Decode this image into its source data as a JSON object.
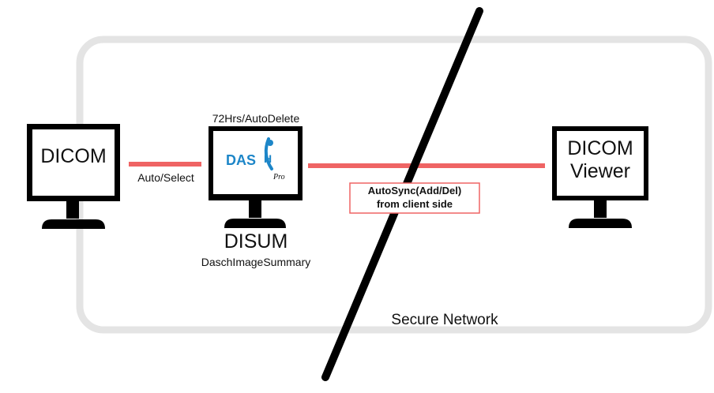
{
  "source": {
    "screen_text": "DICOM"
  },
  "server": {
    "top_label": "72Hrs/AutoDelete",
    "logo_text": "DAS",
    "logo_letter": "H",
    "logo_suffix": "Pro",
    "name": "DISUM",
    "subtitle": "DaschImageSummary"
  },
  "links": {
    "left_label": "Auto/Select",
    "sync_line1": "AutoSync(Add/Del)",
    "sync_line2": "from client side"
  },
  "viewer": {
    "line1": "DICOM",
    "line2": "Viewer"
  },
  "network": {
    "label": "Secure Network"
  },
  "colors": {
    "link": "#ef6464",
    "boundary": "#e4e4e4",
    "monitor": "#000000",
    "logo_blue": "#1d86c8"
  }
}
